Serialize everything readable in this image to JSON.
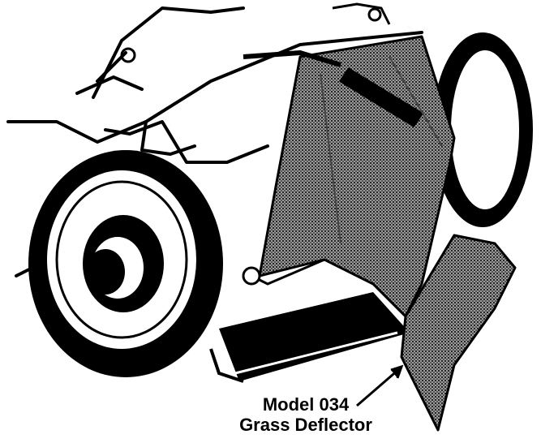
{
  "caption": {
    "line1": "Model 034",
    "line2": "Grass Deflector"
  },
  "colors": {
    "ink": "#000000",
    "paper": "#ffffff",
    "mesh_fill": "#7a7a7a"
  },
  "icons": {
    "illustration": "lawn-mower-with-grass-deflector-illustration"
  }
}
